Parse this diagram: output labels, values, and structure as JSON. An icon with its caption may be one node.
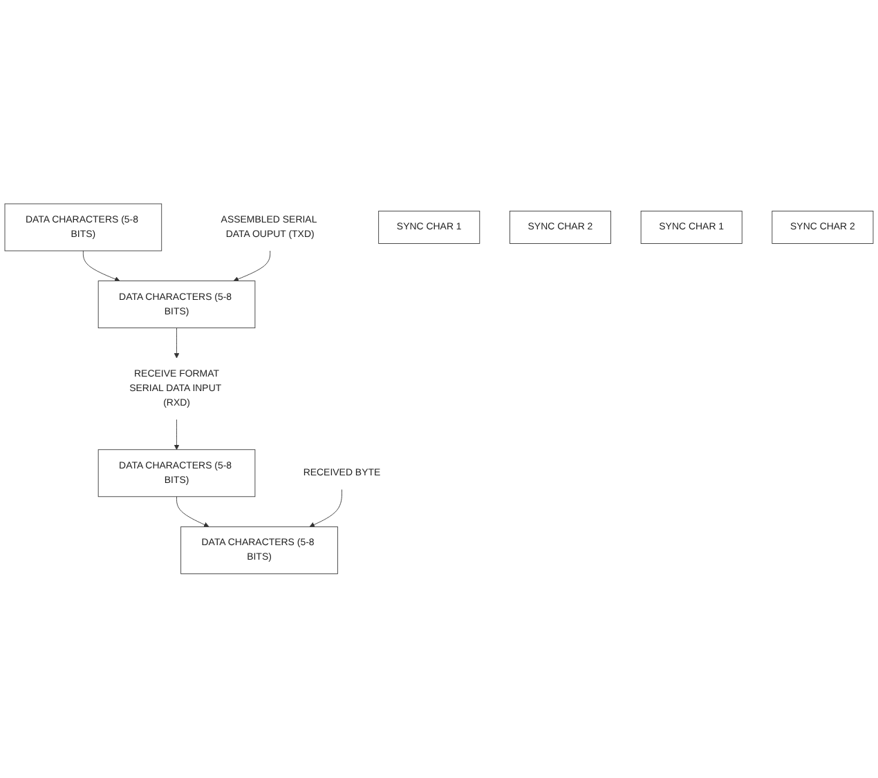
{
  "diagram": {
    "nodes": [
      {
        "text": [
          "DATA CHARACTERS (5-8 BITS)"
        ]
      },
      {
        "text": [
          "ASSEMBLED SERIAL DATA OUPUT (TXD)"
        ]
      },
      {
        "text": [
          "SYNC CHAR 1"
        ]
      },
      {
        "text": [
          "SYNC CHAR 2"
        ]
      },
      {
        "text": [
          "DATA CHARACTERS (5-8 BITS)"
        ]
      },
      {
        "text": [
          "RECEIVE FORMAT",
          "SERIAL DATA INPUT (RXD)"
        ]
      },
      {
        "text": [
          "SYNC CHAR 1"
        ]
      },
      {
        "text": [
          "SYNC CHAR 2"
        ]
      },
      {
        "text": [
          "DATA CHARACTERS (5-8 BITS)"
        ]
      },
      {
        "text": [
          "RECEIVED BYTE"
        ]
      },
      {
        "text": [
          "DATA CHARACTERS (5-8 BITS)"
        ]
      }
    ],
    "edges": [
      {
        "from": 0,
        "to": 4,
        "arrow": "to"
      },
      {
        "from": 1,
        "to": 4,
        "arrow": "to"
      },
      {
        "from": 4,
        "to": 5,
        "arrow": "to"
      },
      {
        "from": 5,
        "to": 8,
        "arrow": "to"
      },
      {
        "from": 8,
        "to": 10,
        "arrow": "to"
      },
      {
        "from": 9,
        "to": 10,
        "arrow": "to"
      }
    ]
  }
}
